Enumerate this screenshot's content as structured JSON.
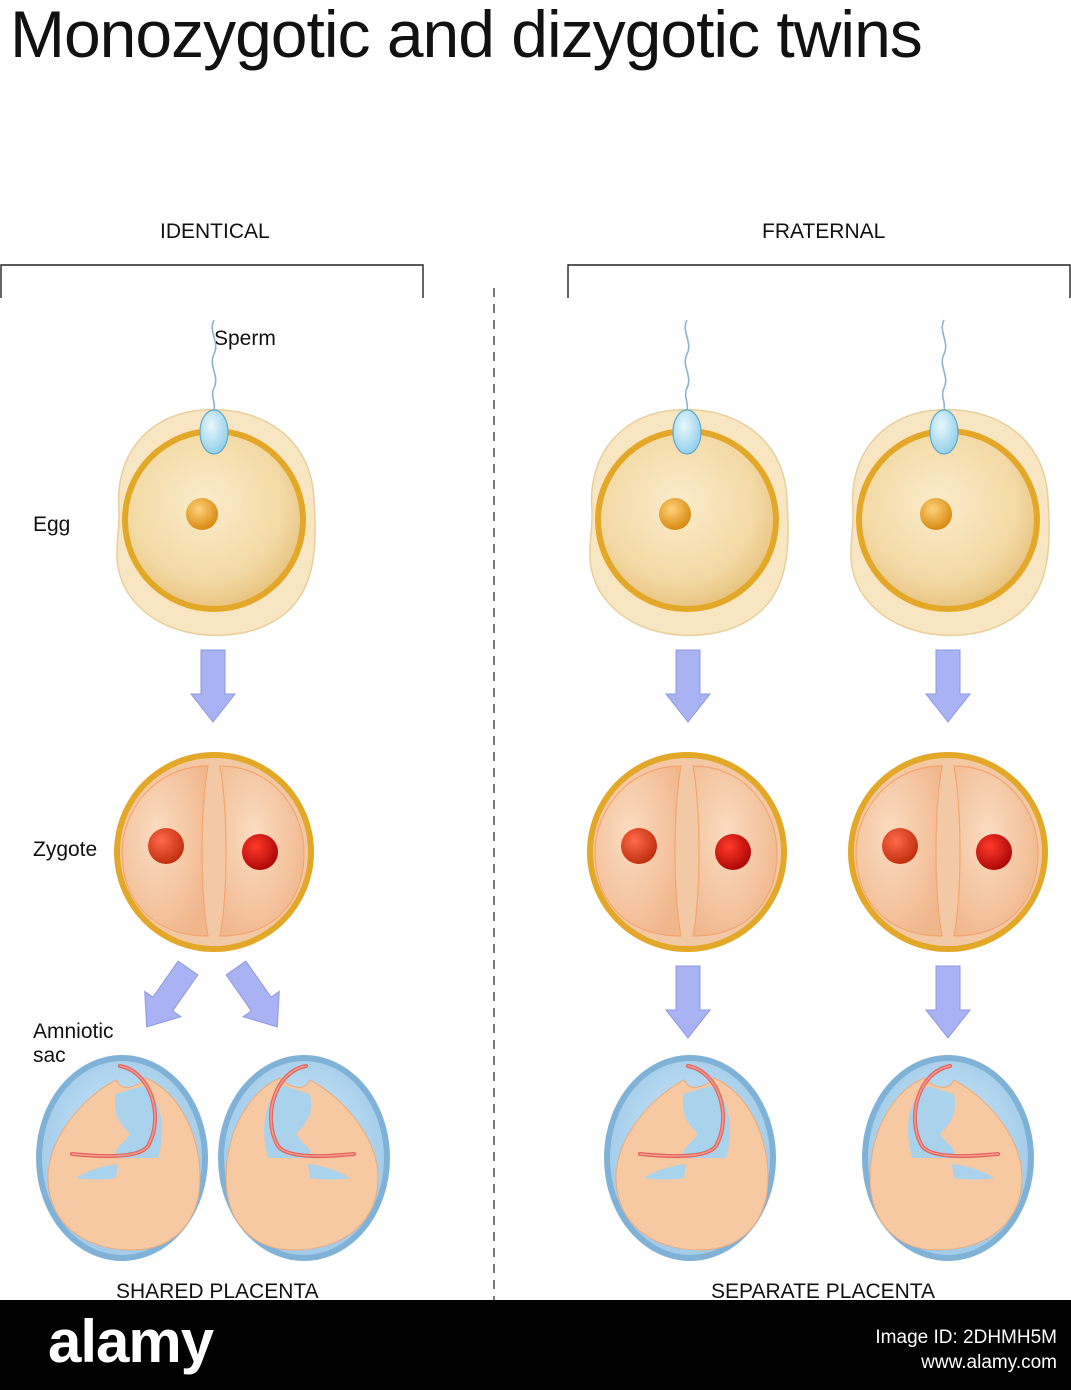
{
  "title": "Monozygotic and dizygotic twins",
  "headers": {
    "identical": "IDENTICAL",
    "fraternal": "FRATERNAL"
  },
  "labels": {
    "sperm": "Sperm",
    "egg": "Egg",
    "zygote": "Zygote",
    "amniotic_1": "Amniotic",
    "amniotic_2": "sac"
  },
  "footers": {
    "shared": "SHARED PLACENTA",
    "separate": "SEPARATE PLACENTA"
  },
  "watermark": {
    "brand": "alamy",
    "image_id": "Image ID: 2DHMH5M",
    "url": "www.alamy.com"
  },
  "colors": {
    "egg_fill": "#f3d9a4",
    "egg_ring": "#e3a828",
    "zygote_cell": "#f7c8a2",
    "nucleus": "#d91b0c",
    "arrow": "#a9b2f3",
    "sac": "#a9d2ec",
    "embryo": "#f6c9a2",
    "cord": "#e4645e"
  }
}
